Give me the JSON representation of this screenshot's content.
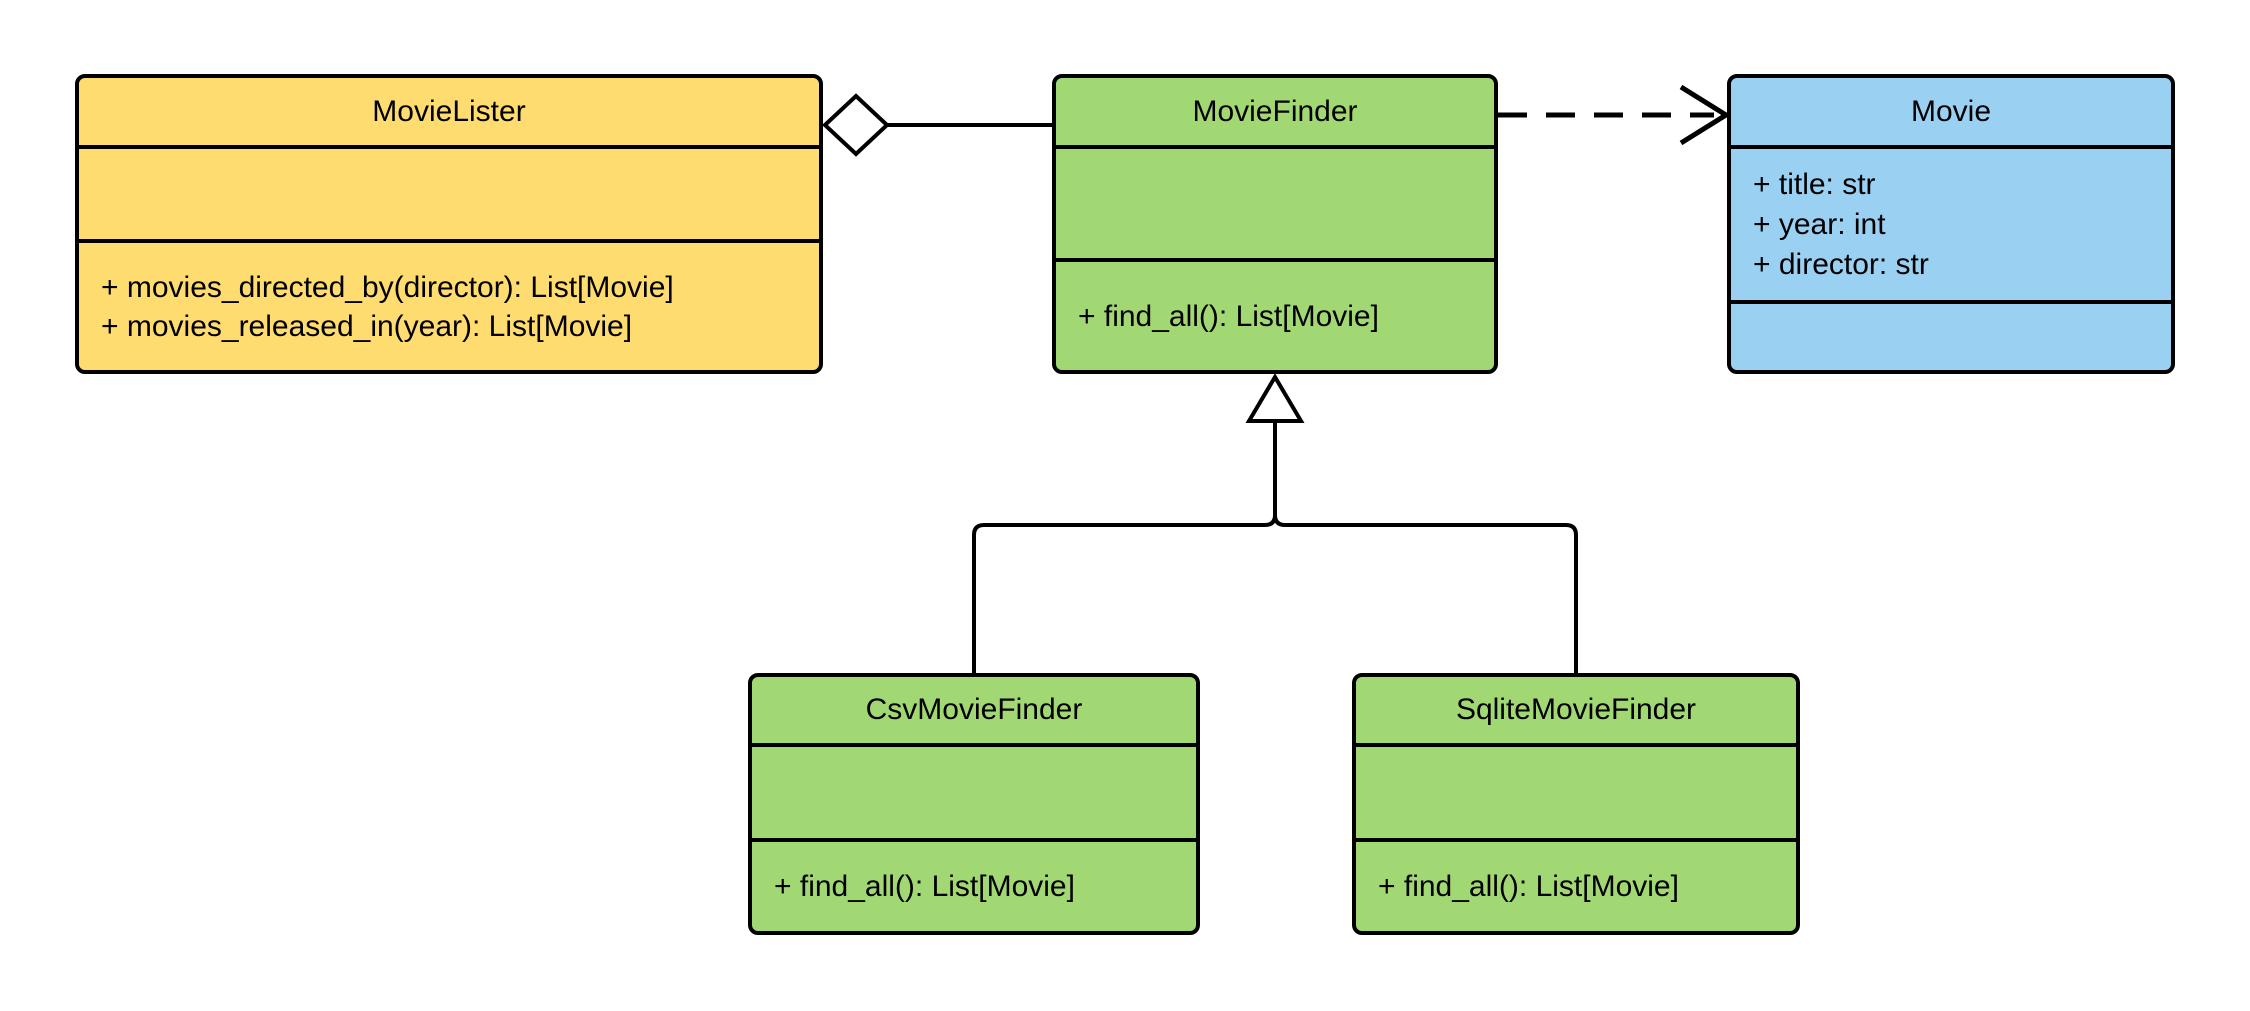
{
  "diagram": {
    "kind": "uml-class-diagram",
    "classes": {
      "movie_lister": {
        "name": "MovieLister",
        "attributes": [],
        "methods": [
          "+ movies_directed_by(director): List[Movie]",
          "+ movies_released_in(year): List[Movie]"
        ],
        "fill": "#FFDC6F"
      },
      "movie_finder": {
        "name": "MovieFinder",
        "attributes": [],
        "methods": [
          "+ find_all(): List[Movie]"
        ],
        "fill": "#A2D874"
      },
      "movie": {
        "name": "Movie",
        "attributes": [
          "+ title: str",
          "+ year: int",
          "+ director: str"
        ],
        "methods": [],
        "fill": "#9AD1F2"
      },
      "csv_movie_finder": {
        "name": "CsvMovieFinder",
        "attributes": [],
        "methods": [
          "+ find_all(): List[Movie]"
        ],
        "fill": "#A2D874"
      },
      "sqlite_movie_finder": {
        "name": "SqliteMovieFinder",
        "attributes": [],
        "methods": [
          "+ find_all(): List[Movie]"
        ],
        "fill": "#A2D874"
      }
    },
    "relationships": [
      {
        "type": "aggregation",
        "from": "MovieLister",
        "to": "MovieFinder",
        "marker": "hollow-diamond"
      },
      {
        "type": "dependency",
        "from": "MovieFinder",
        "to": "Movie",
        "line": "dashed",
        "marker": "open-arrow"
      },
      {
        "type": "inheritance",
        "from": "CsvMovieFinder",
        "to": "MovieFinder",
        "marker": "hollow-triangle"
      },
      {
        "type": "inheritance",
        "from": "SqliteMovieFinder",
        "to": "MovieFinder",
        "marker": "hollow-triangle"
      }
    ],
    "palette": {
      "yellow_fill": "#FFDC6F",
      "green_fill": "#A2D874",
      "blue_fill": "#9AD1F2",
      "stroke": "#000000",
      "background": "#FFFFFF"
    }
  }
}
